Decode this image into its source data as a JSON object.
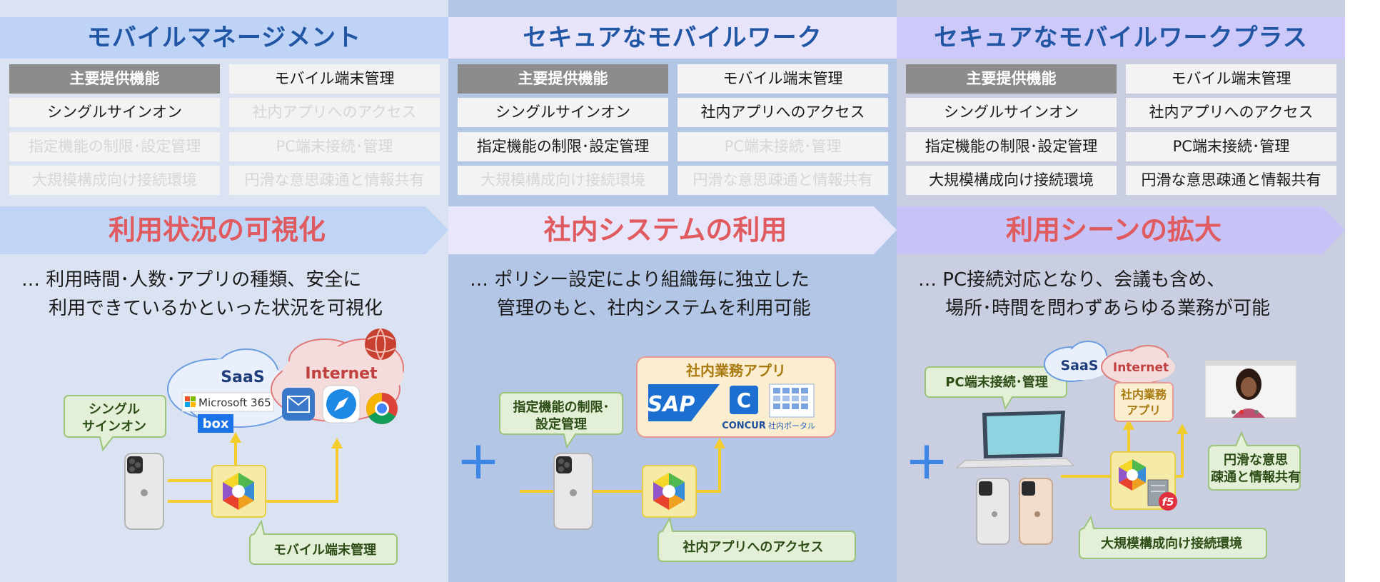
{
  "panels": [
    {
      "title": "モバイルマネージメント",
      "features": [
        {
          "label": "主要提供機能",
          "state": "header"
        },
        {
          "label": "モバイル端末管理",
          "state": "on"
        },
        {
          "label": "シングルサインオン",
          "state": "on"
        },
        {
          "label": "社内アプリへのアクセス",
          "state": "off"
        },
        {
          "label": "指定機能の制限･設定管理",
          "state": "off"
        },
        {
          "label": "PC端末接続･管理",
          "state": "off"
        },
        {
          "label": "大規模構成向け接続環境",
          "state": "off"
        },
        {
          "label": "円滑な意思疎通と情報共有",
          "state": "off"
        }
      ],
      "headline": "利用状況の可視化",
      "desc_line1": "… 利用時間･人数･アプリの種類、安全に",
      "desc_line2": "利用できているかといった状況を可視化",
      "diagram": {
        "callout_sso_1": "シングル",
        "callout_sso_2": "サインオン",
        "saas": "SaaS",
        "ms365": "Microsoft 365",
        "box": "box",
        "internet": "Internet",
        "callout_mdm": "モバイル端末管理"
      }
    },
    {
      "title": "セキュアなモバイルワーク",
      "features": [
        {
          "label": "主要提供機能",
          "state": "header"
        },
        {
          "label": "モバイル端末管理",
          "state": "on"
        },
        {
          "label": "シングルサインオン",
          "state": "on"
        },
        {
          "label": "社内アプリへのアクセス",
          "state": "on"
        },
        {
          "label": "指定機能の制限･設定管理",
          "state": "on"
        },
        {
          "label": "PC端末接続･管理",
          "state": "off"
        },
        {
          "label": "大規模構成向け接続環境",
          "state": "off"
        },
        {
          "label": "円滑な意思疎通と情報共有",
          "state": "off"
        }
      ],
      "headline": "社内システムの利用",
      "desc_line1": "… ポリシー設定により組織毎に独立した",
      "desc_line2": "管理のもと、社内システムを利用可能",
      "diagram": {
        "plus": "+",
        "callout_restrict_1": "指定機能の制限･",
        "callout_restrict_2": "設定管理",
        "apps_title": "社内業務アプリ",
        "sap": "SAP",
        "concur": "CONCUR",
        "portal": "社内ポータル",
        "callout_access": "社内アプリへのアクセス"
      }
    },
    {
      "title": "セキュアなモバイルワークプラス",
      "features": [
        {
          "label": "主要提供機能",
          "state": "header"
        },
        {
          "label": "モバイル端末管理",
          "state": "on"
        },
        {
          "label": "シングルサインオン",
          "state": "on"
        },
        {
          "label": "社内アプリへのアクセス",
          "state": "on"
        },
        {
          "label": "指定機能の制限･設定管理",
          "state": "on"
        },
        {
          "label": "PC端末接続･管理",
          "state": "on"
        },
        {
          "label": "大規模構成向け接続環境",
          "state": "on"
        },
        {
          "label": "円滑な意思疎通と情報共有",
          "state": "on"
        }
      ],
      "headline": "利用シーンの拡大",
      "desc_line1": "… PC接続対応となり、会議も含め、",
      "desc_line2": "場所･時間を問わずあらゆる業務が可能",
      "diagram": {
        "plus": "+",
        "callout_pc": "PC端末接続･管理",
        "saas": "SaaS",
        "internet": "Internet",
        "apps_1": "社内業務",
        "apps_2": "アプリ",
        "callout_comm_1": "円滑な意思",
        "callout_comm_2": "疎通と情報共有",
        "f5": "f5",
        "callout_large": "大規模構成向け接続環境"
      }
    }
  ],
  "colors": {
    "title_text": "#2156a4",
    "headline_text": "#e05b5f",
    "feature_header_bg": "#8c8c8c",
    "feature_off_text": "#d6d6d6",
    "connector": "#f2cd2b",
    "callout_bg": "#e3efd6",
    "callout_border": "#9cc47a",
    "plus": "#3d86e6"
  }
}
